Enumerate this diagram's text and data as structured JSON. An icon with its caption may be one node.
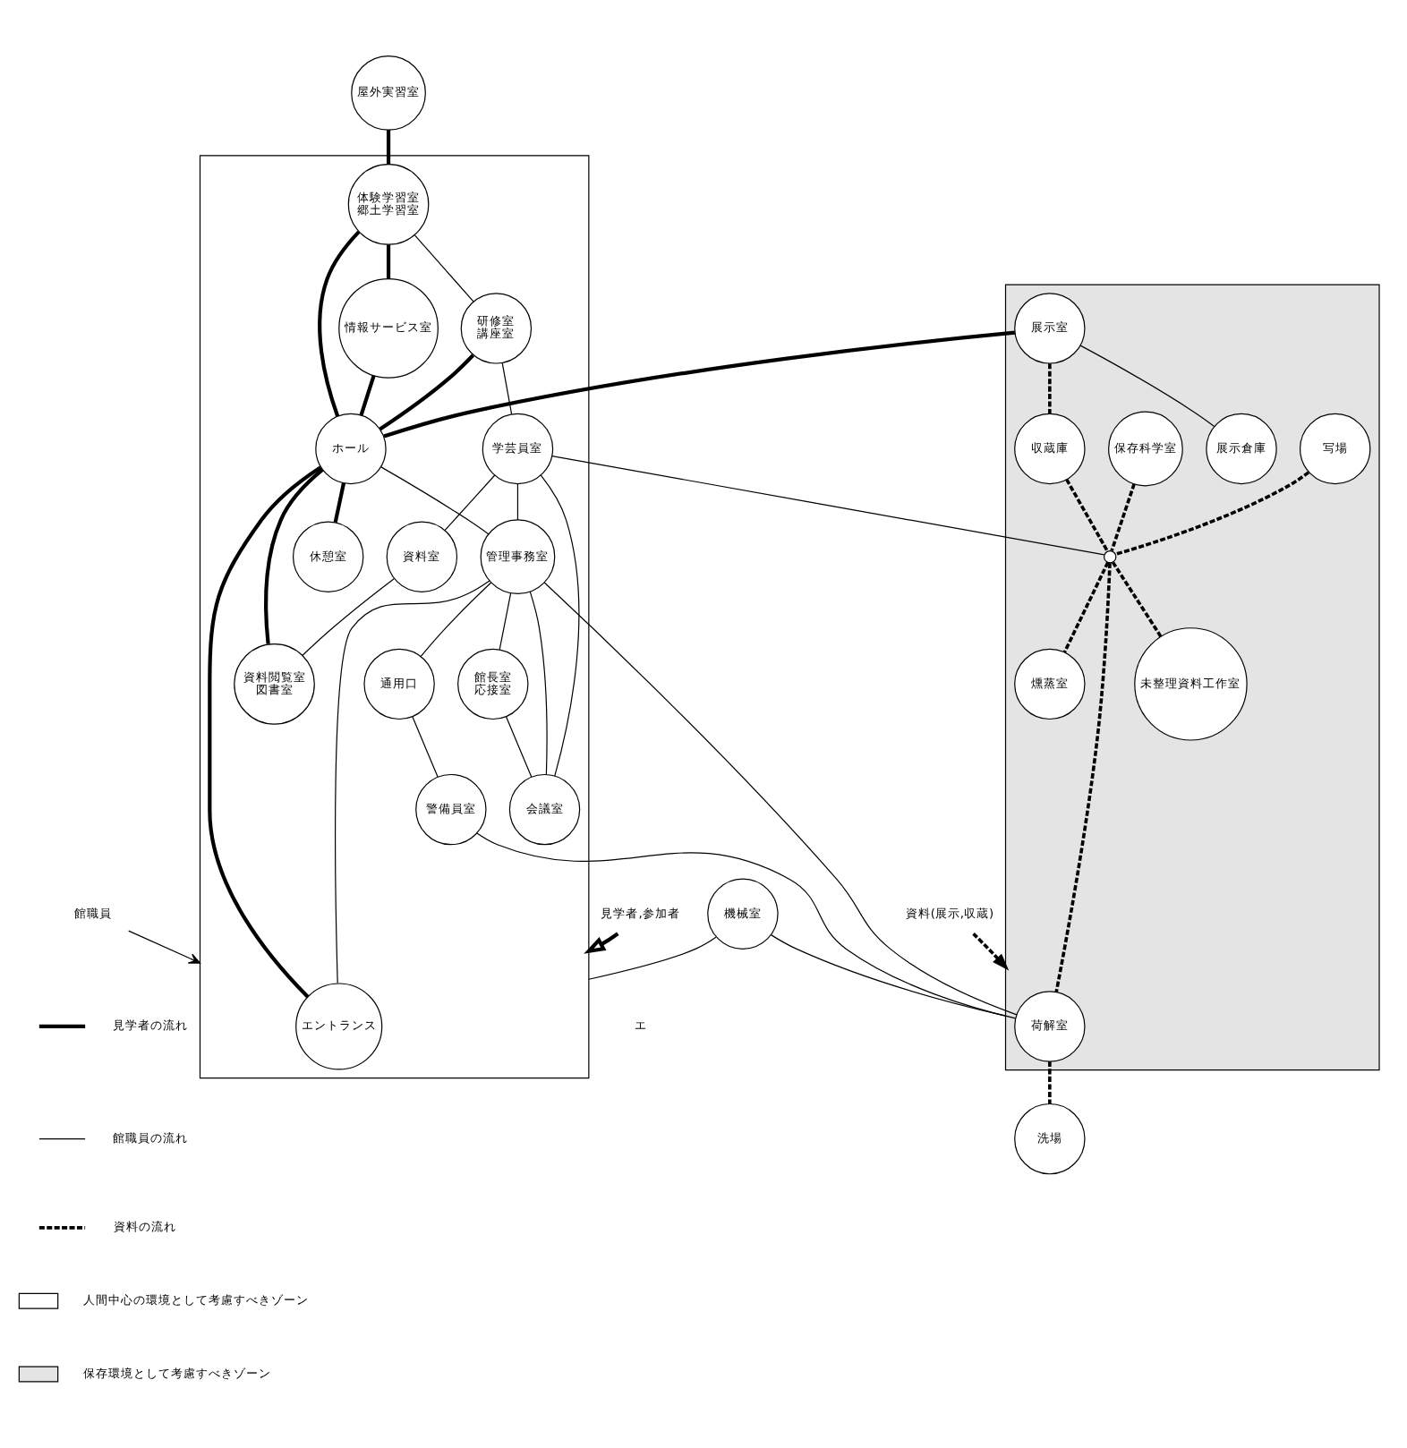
{
  "diagram": {
    "nodes": [
      {
        "text": [],
        "shape": "box"
      },
      {
        "text": [
          "展示倉庫"
        ],
        "in": 0
      },
      {
        "text": [
          "機械室"
        ]
      },
      {
        "text": [
          "展示室"
        ],
        "in": 0
      },
      {
        "text": [
          "収蔵庫"
        ],
        "in": 0
      },
      {
        "text": [],
        "shape": "box"
      },
      {
        "text": [
          "屋外実習室"
        ]
      },
      {
        "text": [
          "体験学習室",
          "郷土学習室"
        ],
        "in": 5
      },
      {
        "text": [
          "研修室",
          "講座室"
        ],
        "in": 5
      },
      {
        "text": [
          "学芸員室"
        ],
        "in": 5
      },
      {
        "text": [
          "写場"
        ],
        "in": 0
      },
      {
        "text": [
          "保存科学室"
        ],
        "in": 0
      },
      {
        "text": [
          "資料室"
        ],
        "in": 5
      },
      {
        "text": [],
        "shape": "circle",
        "in": 0
      },
      {
        "text": [
          "情報サービス室"
        ],
        "in": 5
      },
      {
        "text": [
          "ホール"
        ],
        "in": 5
      },
      {
        "text": [
          "資料閲覧室",
          "図書室"
        ],
        "in": 5
      },
      {
        "text": [
          "未整理資料工作室"
        ],
        "in": 0
      },
      {
        "text": [
          "燻蒸室"
        ],
        "in": 0
      },
      {
        "text": [
          "館長室",
          "応接室"
        ],
        "in": 5
      },
      {
        "text": [
          "休憩室"
        ],
        "in": 5
      },
      {
        "text": [
          "管理事務室"
        ],
        "in": 5
      },
      {
        "text": [
          "会議室"
        ],
        "in": 5
      },
      {
        "text": [
          "エントランス"
        ],
        "in": 5
      },
      {
        "text": [
          "通用口"
        ],
        "in": 5
      },
      {
        "text": [
          "警備員室"
        ],
        "in": 5
      },
      {
        "text": [
          "荷解室"
        ],
        "in": 0
      },
      {
        "text": [
          "洗場"
        ]
      },
      {
        "text": [
          "見学者,参加者"
        ]
      },
      {
        "text": [
          "館職員"
        ]
      },
      {
        "text": [
          "資料(展示,収蔵)"
        ]
      }
    ],
    "edges": [
      {
        "from": 3,
        "to": 1,
        "arrow": "none"
      },
      {
        "from": 2,
        "to": 0,
        "arrow": "none"
      },
      {
        "from": 3,
        "to": 4,
        "arrow": "none",
        "style": "dashed"
      },
      {
        "from": 2,
        "to": 5,
        "arrow": "none"
      },
      {
        "from": 6,
        "to": 7,
        "arrow": "none",
        "style": "thick"
      },
      {
        "from": 7,
        "to": 8,
        "arrow": "none"
      },
      {
        "from": 8,
        "to": 9,
        "arrow": "none"
      },
      {
        "from": 3,
        "to": 15,
        "arrow": "none",
        "style": "thick"
      },
      {
        "from": 4,
        "to": 13,
        "arrow": "none",
        "style": "dashed"
      },
      {
        "from": 10,
        "to": 13,
        "arrow": "none",
        "style": "dashed"
      },
      {
        "from": 11,
        "to": 13,
        "arrow": "none",
        "style": "dashed"
      },
      {
        "from": 9,
        "to": 12,
        "arrow": "none"
      },
      {
        "from": 9,
        "to": 13,
        "arrow": "none"
      },
      {
        "from": 7,
        "to": 14,
        "arrow": "none",
        "style": "thick"
      },
      {
        "from": 7,
        "to": 15,
        "arrow": "none",
        "style": "thick"
      },
      {
        "from": 8,
        "to": 15,
        "arrow": "none",
        "style": "thick"
      },
      {
        "from": 14,
        "to": 15,
        "arrow": "none",
        "style": "thick"
      },
      {
        "from": 15,
        "to": 16,
        "arrow": "none",
        "style": "thick"
      },
      {
        "from": 12,
        "to": 16,
        "arrow": "none"
      },
      {
        "from": 9,
        "to": 21,
        "arrow": "none"
      },
      {
        "from": 9,
        "to": 22,
        "arrow": "none"
      },
      {
        "from": 13,
        "to": 17,
        "arrow": "none",
        "style": "dashed"
      },
      {
        "from": 13,
        "to": 18,
        "arrow": "none",
        "style": "dashed"
      },
      {
        "from": 13,
        "to": 26,
        "arrow": "none",
        "style": "dashed"
      },
      {
        "from": 15,
        "to": 20,
        "arrow": "none",
        "style": "thick"
      },
      {
        "from": 15,
        "to": 23,
        "arrow": "none",
        "style": "thick"
      },
      {
        "from": 15,
        "to": 21,
        "arrow": "none"
      },
      {
        "from": 21,
        "to": 19,
        "arrow": "none"
      },
      {
        "from": 19,
        "to": 22,
        "arrow": "none"
      },
      {
        "from": 21,
        "to": 22,
        "arrow": "none"
      },
      {
        "from": 21,
        "to": 26,
        "arrow": "none"
      },
      {
        "from": 21,
        "to": 23,
        "arrow": "none"
      },
      {
        "from": 21,
        "to": 24,
        "arrow": "none"
      },
      {
        "from": 24,
        "to": 25,
        "arrow": "none"
      },
      {
        "from": 25,
        "to": 26,
        "arrow": "none"
      },
      {
        "from": 26,
        "to": 27,
        "arrow": "none",
        "style": "dashed"
      },
      {
        "from": 28,
        "to": 5,
        "arrow": "to",
        "style": "thick"
      },
      {
        "from": 29,
        "to": 5,
        "arrow": "to"
      },
      {
        "from": 30,
        "to": 0,
        "arrow": "to",
        "style": "dashed"
      }
    ],
    "labels": [
      "エ"
    ],
    "legend": [
      {
        "text": "見学者の流れ"
      },
      {
        "text": "館職員の流れ"
      },
      {
        "text": "資料の流れ"
      },
      {
        "text": "人間中心の環境として考慮すべきゾーン"
      },
      {
        "text": "保存環境として考慮すべきゾーン"
      }
    ]
  }
}
